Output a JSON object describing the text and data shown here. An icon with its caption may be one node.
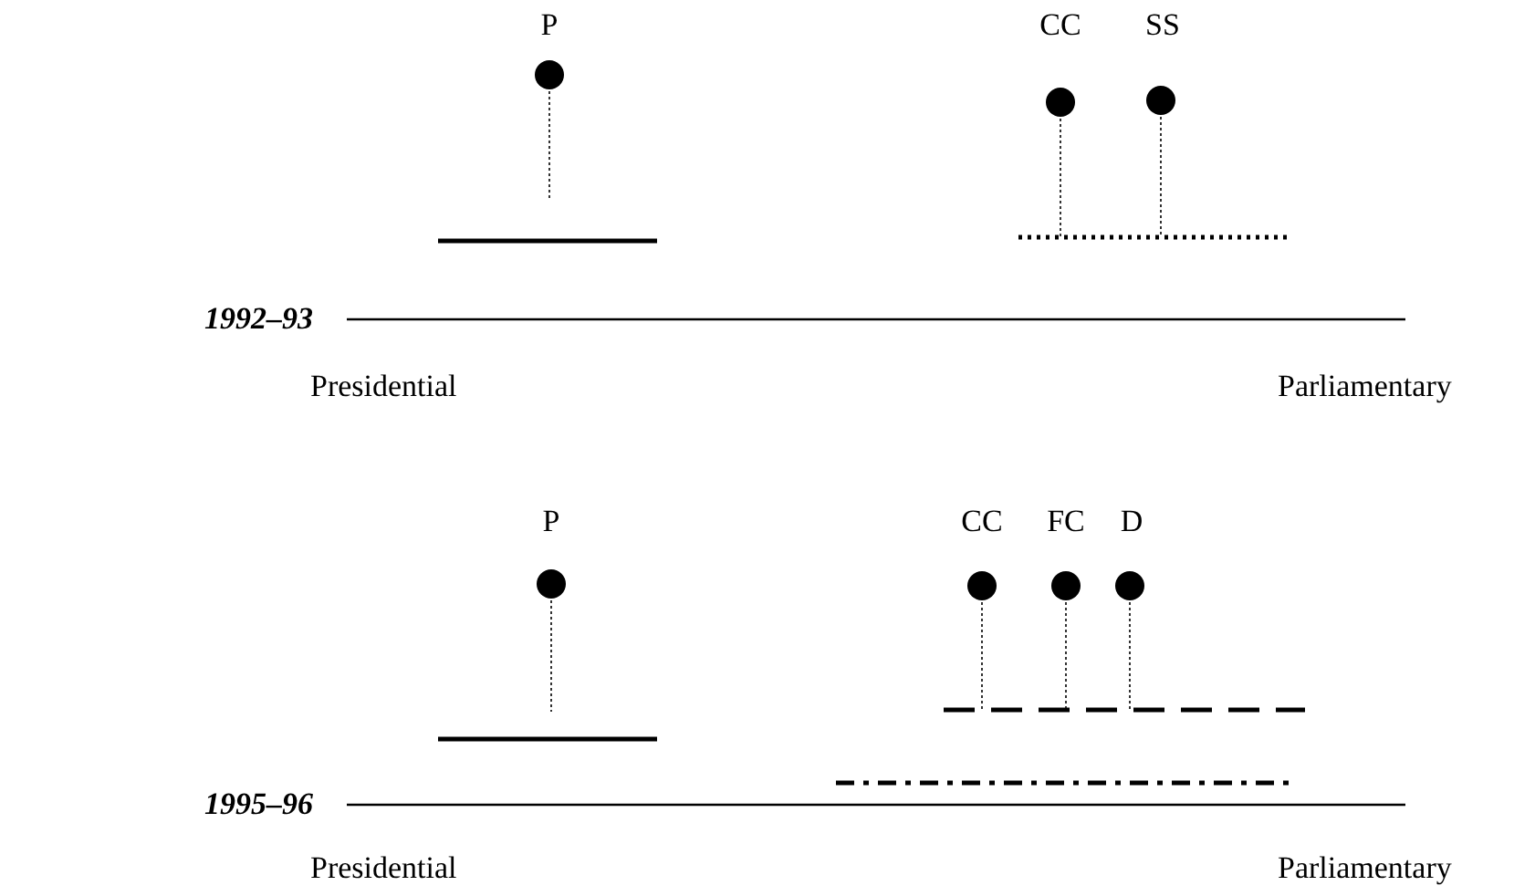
{
  "diagram": {
    "labels": [
      "P",
      "CC",
      "SS",
      "1992–93",
      "Presidential",
      "Parliamentary",
      "P",
      "CC",
      "FC",
      "D",
      "1995–96",
      "Presidential",
      "Parliamentary"
    ]
  }
}
